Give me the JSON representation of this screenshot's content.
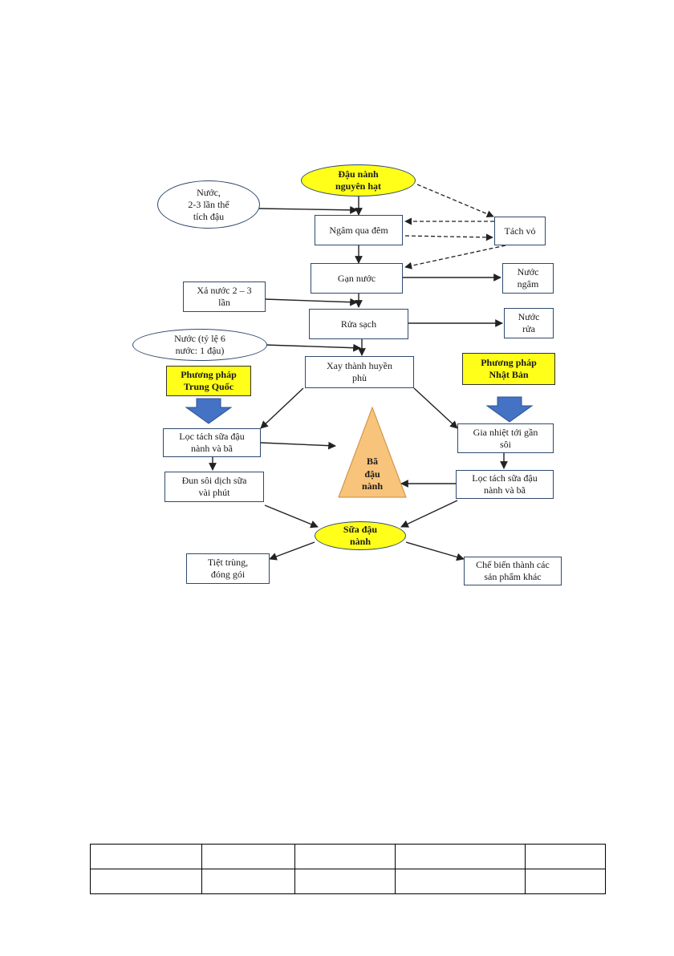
{
  "nodes": {
    "soybean": "Đậu nành\nnguyên hạt",
    "water_in": "Nước,\n2-3 lần thể\ntích đậu",
    "soak": "Ngâm qua đêm",
    "dehull": "Tách vỏ",
    "drain": "Gạn nước",
    "soak_water": "Nước\nngâm",
    "rinse_water_in": "Xả nước 2 – 3\nlần",
    "wash": "Rửa sạch",
    "wash_water": "Nước\nrửa",
    "grind_water": "Nước (tỷ lệ 6\nnước: 1 đậu)",
    "grind": "Xay thành huyền\nphù",
    "method_china": "Phương pháp\nTrung Quốc",
    "method_japan": "Phương pháp\nNhật Bản",
    "filter_left": "Lọc tách sữa đậu\nnành và bã",
    "heat": "Gia nhiệt tới gần\nsôi",
    "okara": "Bã\nđậu\nnành",
    "boil": "Đun sôi dịch sữa\nvài phút",
    "filter_right": "Lọc tách sữa đậu\nnành và bã",
    "soymilk": "Sữa đậu\nnành",
    "sterilize": "Tiệt trùng,\nđóng gói",
    "process_other": "Chế biến thành các\nsản phẩm khác"
  },
  "colors": {
    "highlight": "#ffff19",
    "box_border": "#2f4a6e",
    "arrow_blue": "#4472c4",
    "triangle_fill": "#f8c37a"
  },
  "table": {
    "rows": [
      [
        "",
        "",
        "",
        "",
        ""
      ],
      [
        "",
        "",
        "",
        "",
        ""
      ]
    ]
  }
}
